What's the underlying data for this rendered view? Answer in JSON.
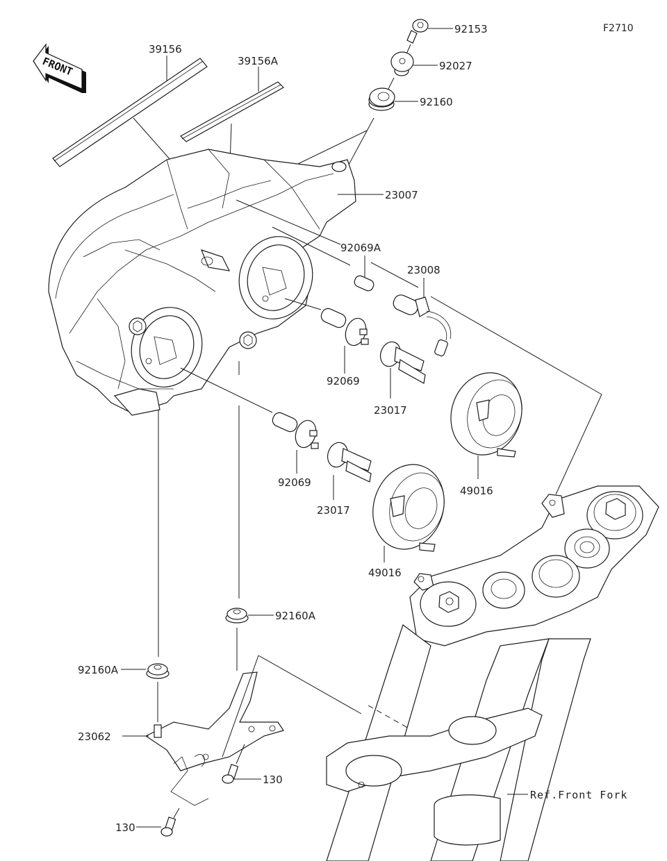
{
  "diagram": {
    "figure_code": "F2710",
    "front_indicator": "FRONT",
    "reference_label": "Ref.Front Fork",
    "parts": [
      {
        "id": "p39156",
        "number": "39156",
        "name": "strip-long"
      },
      {
        "id": "p39156A",
        "number": "39156A",
        "name": "strip-short"
      },
      {
        "id": "p92153",
        "number": "92153",
        "name": "screw"
      },
      {
        "id": "p92027",
        "number": "92027",
        "name": "collar"
      },
      {
        "id": "p92160",
        "number": "92160",
        "name": "grommet"
      },
      {
        "id": "p23007",
        "number": "23007",
        "name": "headlight-assembly"
      },
      {
        "id": "p92069A",
        "number": "92069A",
        "name": "position-bulb"
      },
      {
        "id": "p23008",
        "number": "23008",
        "name": "bulb-socket-harness"
      },
      {
        "id": "p92069_upper",
        "number": "92069",
        "name": "headlight-bulb-upper"
      },
      {
        "id": "p23017_upper",
        "number": "23017",
        "name": "bulb-socket-upper"
      },
      {
        "id": "p49016_upper",
        "number": "49016",
        "name": "dust-cover-upper"
      },
      {
        "id": "p92069_lower",
        "number": "92069",
        "name": "headlight-bulb-lower"
      },
      {
        "id": "p23017_lower",
        "number": "23017",
        "name": "bulb-socket-lower"
      },
      {
        "id": "p49016_lower",
        "number": "49016",
        "name": "dust-cover-lower"
      },
      {
        "id": "p92160A_right",
        "number": "92160A",
        "name": "grommet-right"
      },
      {
        "id": "p92160A_left",
        "number": "92160A",
        "name": "grommet-left"
      },
      {
        "id": "p23062",
        "number": "23062",
        "name": "headlight-bracket"
      },
      {
        "id": "p130_right",
        "number": "130",
        "name": "bolt-right"
      },
      {
        "id": "p130_left",
        "number": "130",
        "name": "bolt-left"
      }
    ]
  }
}
